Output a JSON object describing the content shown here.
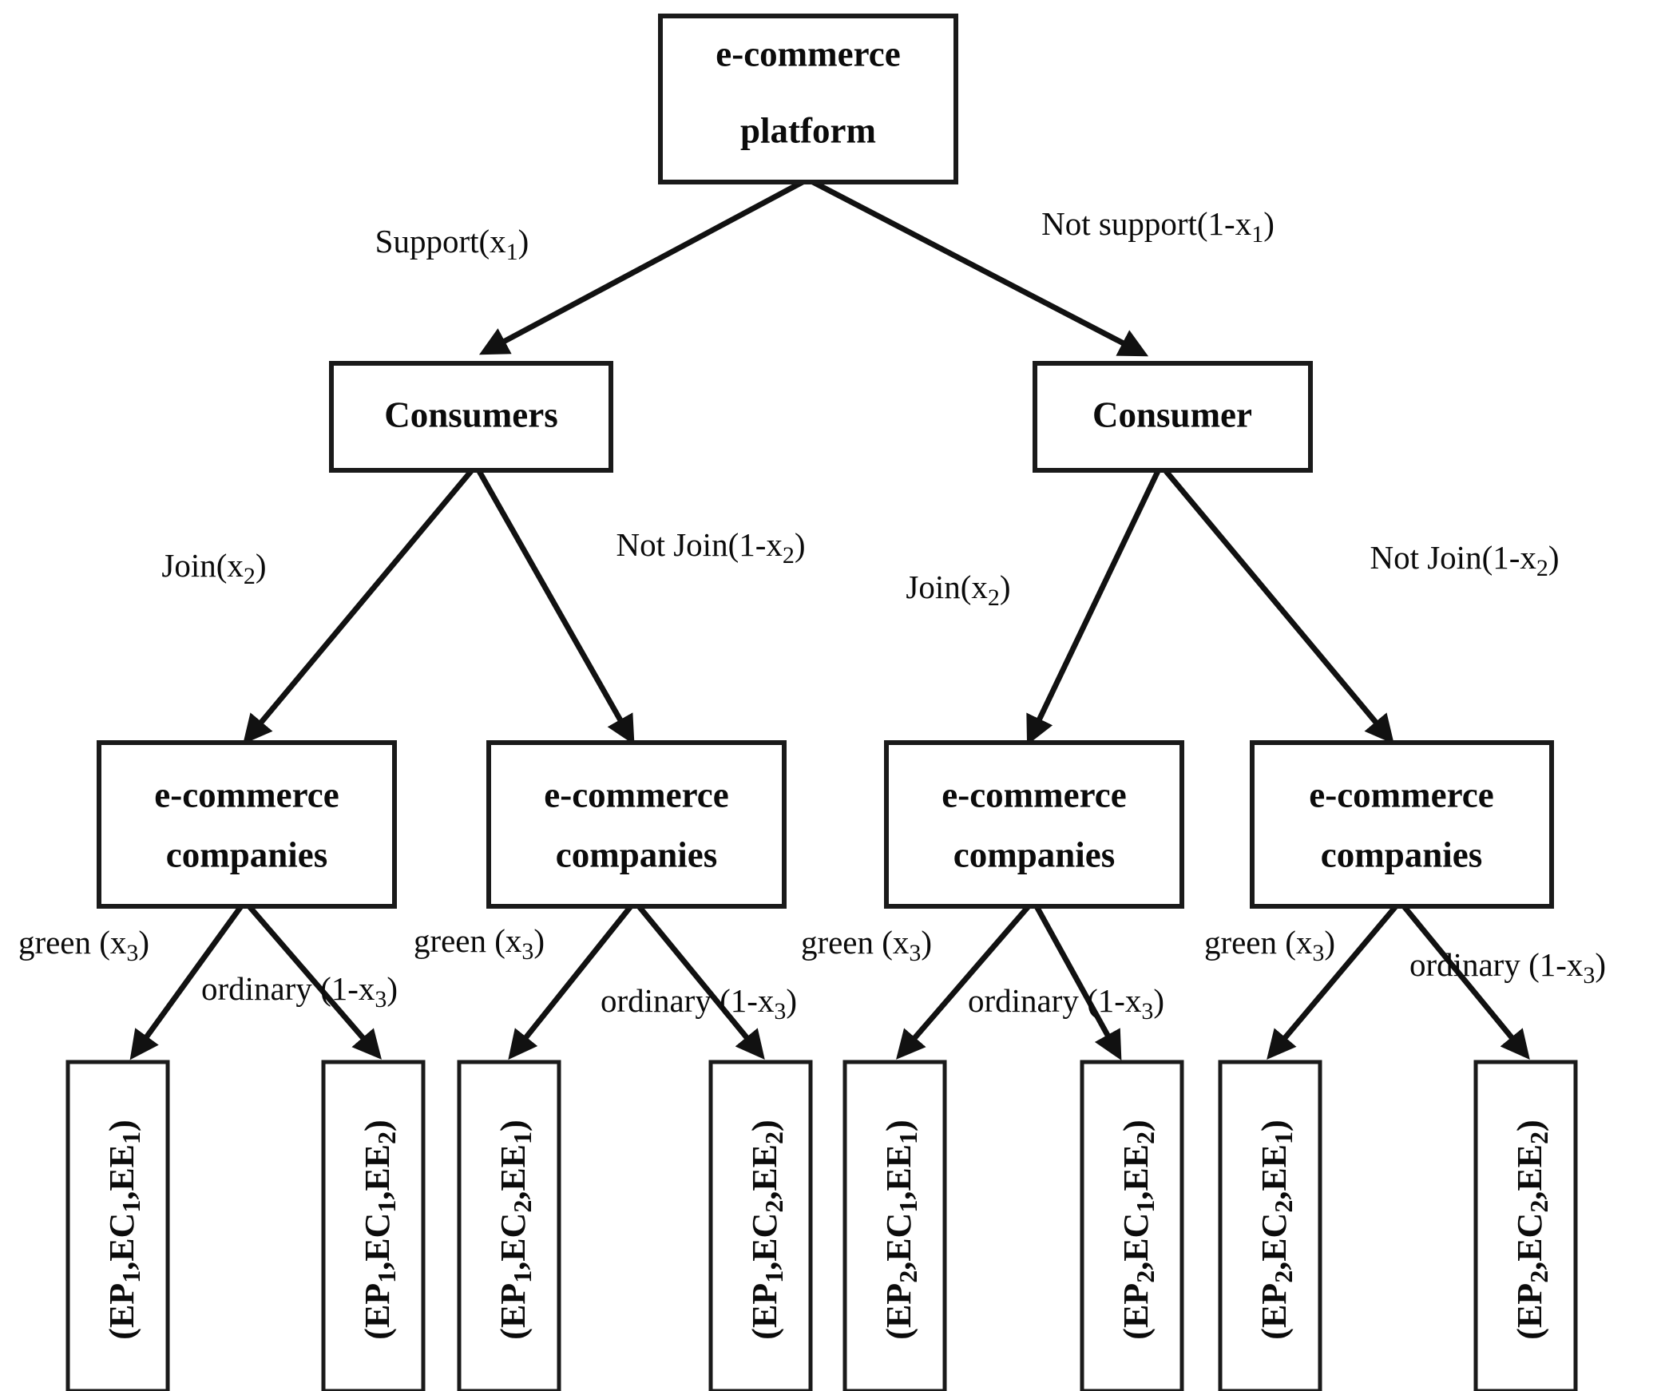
{
  "diagram": {
    "title": "e-commerce platform evolutionary game tree",
    "type": "decision-tree",
    "colors": {
      "background": "#ffffff",
      "box_border": "#1a1a1a",
      "edge": "#111111",
      "text": "#0b0b0b"
    },
    "root": {
      "label_line1": "e-commerce",
      "label_line2": "platform"
    },
    "level2": [
      {
        "label": "Consumers"
      },
      {
        "label": "Consumer"
      }
    ],
    "level3_label_line1": "e-commerce",
    "level3_label_line2": "companies",
    "level3": [
      {
        "label_line1": "e-commerce",
        "label_line2": "companies"
      },
      {
        "label_line1": "e-commerce",
        "label_line2": "companies"
      },
      {
        "label_line1": "e-commerce",
        "label_line2": "companies"
      },
      {
        "label_line1": "e-commerce",
        "label_line2": "companies"
      }
    ],
    "edge_labels": {
      "root_left": {
        "text": "Support(x",
        "sub": "1",
        "tail": ")"
      },
      "root_right": {
        "text": "Not support(1-x",
        "sub": "1",
        "tail": ")"
      },
      "join": {
        "text": "Join(x",
        "sub": "2",
        "tail": ")"
      },
      "not_join": {
        "text": "Not Join(1-x",
        "sub": "2",
        "tail": ")"
      },
      "green": {
        "text": "green (x",
        "sub": "3",
        "tail": ")"
      },
      "ordinary": {
        "text": "ordinary (1-x",
        "sub": "3",
        "tail": ")"
      }
    },
    "level2_edges": [
      {
        "left": "Join(x2)",
        "right": "Not Join(1-x2)"
      },
      {
        "left": "Join(x2)",
        "right": "Not Join(1-x2)"
      }
    ],
    "level3_edges": [
      {
        "left": "green (x3)",
        "right": "ordinary (1-x3)"
      },
      {
        "left": "green (x3)",
        "right": "ordinary (1-x3)"
      },
      {
        "left": "green (x3)",
        "right": "ordinary (1-x3)"
      },
      {
        "left": "green (x3)",
        "right": "ordinary (1-x3)"
      }
    ],
    "leaves": [
      {
        "prefix": "(EP",
        "s1": "1",
        "mid": ",EC",
        "s2": "1",
        "mid2": ",EE",
        "s3": "1",
        "suffix": ")"
      },
      {
        "prefix": "(EP",
        "s1": "1",
        "mid": ",EC",
        "s2": "1",
        "mid2": ",EE",
        "s3": "2",
        "suffix": ")"
      },
      {
        "prefix": "(EP",
        "s1": "1",
        "mid": ",EC",
        "s2": "2",
        "mid2": ",EE",
        "s3": "1",
        "suffix": ")"
      },
      {
        "prefix": "(EP",
        "s1": "1",
        "mid": ",EC",
        "s2": "2",
        "mid2": ",EE",
        "s3": "2",
        "suffix": ")"
      },
      {
        "prefix": "(EP",
        "s1": "2",
        "mid": ",EC",
        "s2": "1",
        "mid2": ",EE",
        "s3": "1",
        "suffix": ")"
      },
      {
        "prefix": "(EP",
        "s1": "2",
        "mid": ",EC",
        "s2": "1",
        "mid2": ",EE",
        "s3": "2",
        "suffix": ")"
      },
      {
        "prefix": "(EP",
        "s1": "2",
        "mid": ",EC",
        "s2": "2",
        "mid2": ",EE",
        "s3": "1",
        "suffix": ")"
      },
      {
        "prefix": "(EP",
        "s1": "2",
        "mid": ",EC",
        "s2": "2",
        "mid2": ",EE",
        "s3": "2",
        "suffix": ")"
      }
    ]
  }
}
